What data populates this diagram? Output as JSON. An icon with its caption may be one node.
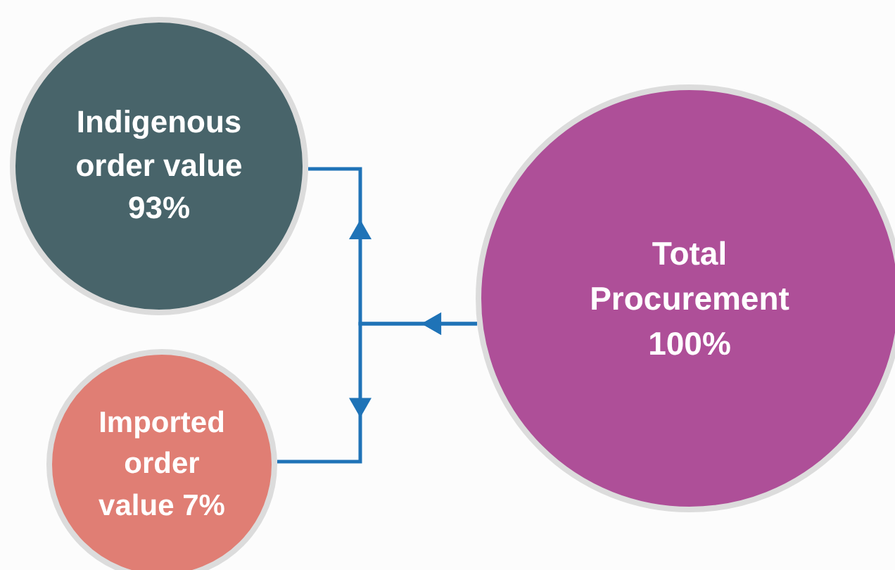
{
  "diagram": {
    "nodes": [
      {
        "text": [
          "Indigenous order value 93%"
        ]
      },
      {
        "text": [
          "Imported order value 7%"
        ]
      },
      {
        "text": [
          "Total Procurement 100%"
        ]
      }
    ],
    "edges": [
      {
        "from": 2,
        "to": 0,
        "arrow": "to"
      },
      {
        "from": 2,
        "to": 1,
        "arrow": "to"
      }
    ]
  }
}
